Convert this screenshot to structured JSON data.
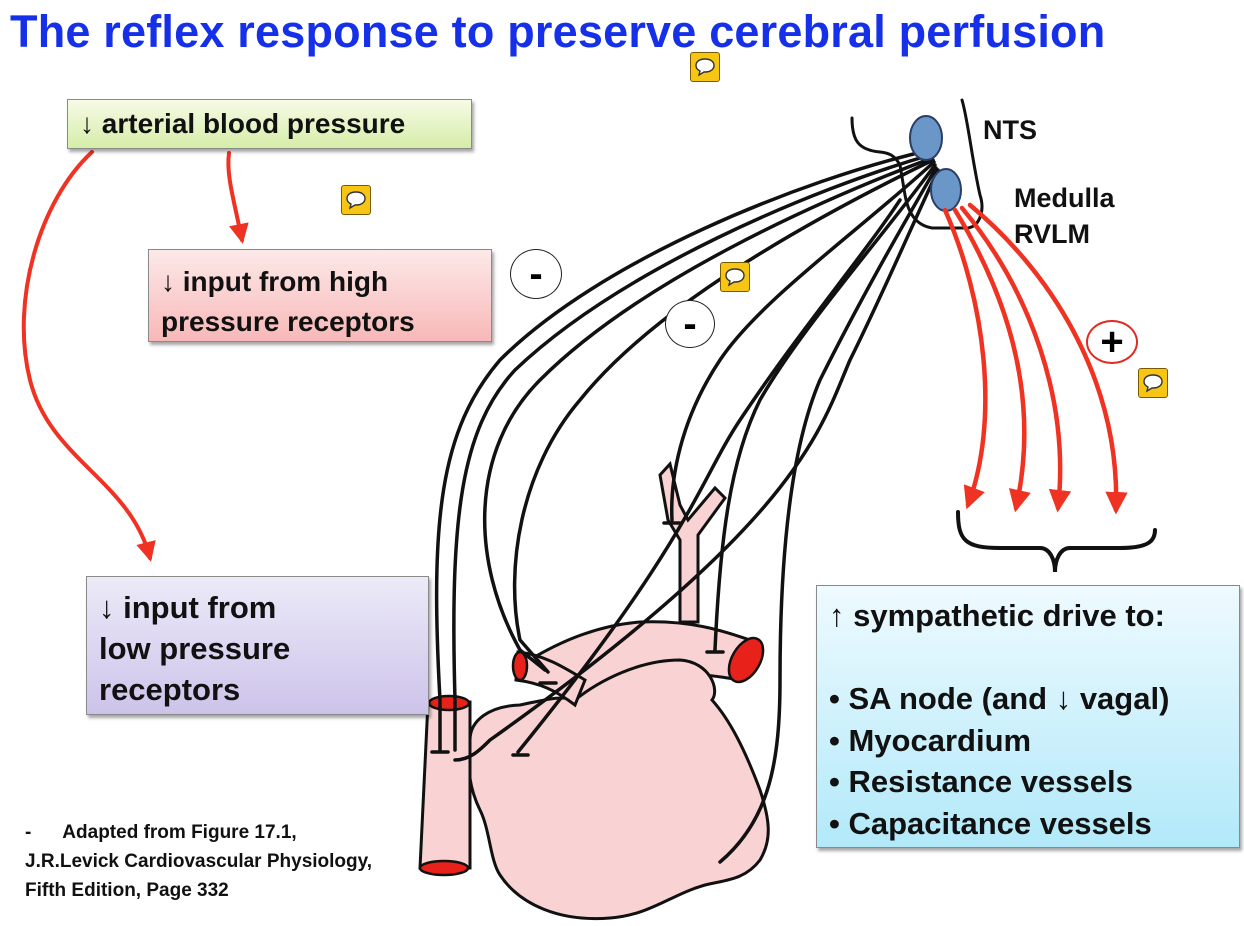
{
  "title": "The reflex response to preserve cerebral perfusion",
  "boxes": {
    "arterial": "↓ arterial blood pressure",
    "high_pressure": [
      "↓ input from high",
      "pressure receptors"
    ],
    "low_pressure": [
      "↓ input from",
      "low pressure",
      "receptors"
    ],
    "sympathetic": {
      "heading": "↑ sympathetic drive to:",
      "items": [
        "SA node (and ↓ vagal)",
        "Myocardium",
        "Resistance vessels",
        "Capacitance vessels"
      ]
    }
  },
  "labels": {
    "nts": "NTS",
    "medulla": [
      "Medulla",
      "RVLM"
    ]
  },
  "signs": {
    "minus": "-",
    "plus": "+"
  },
  "footnote": [
    "-      Adapted from Figure 17.1,",
    "J.R.Levick Cardiovascular Physiology,",
    "Fifth Edition, Page 332"
  ],
  "colors": {
    "title": "#1530e8",
    "arrow": "#f03222",
    "heart_fill": "#f9d3d3",
    "vessel_opening": "#e8211b",
    "nucleus": "#6a96c8",
    "comment_icon": "#f7c614"
  },
  "icons": [
    "comment-icon",
    "heart",
    "nucleus-ellipse",
    "curved-arrow",
    "brace"
  ]
}
